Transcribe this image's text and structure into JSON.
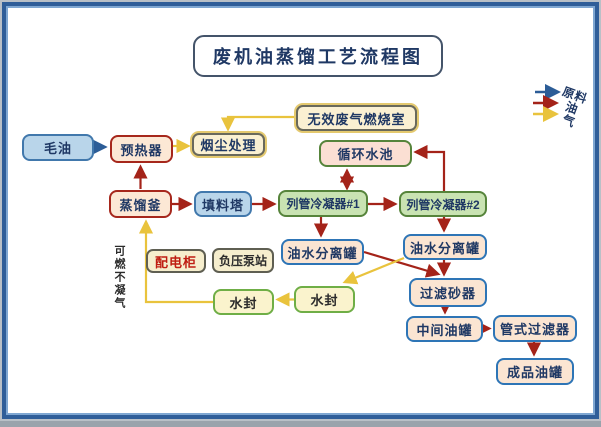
{
  "window": {
    "title": "废机油蒸馏工艺流程图"
  },
  "legend": {
    "items": [
      {
        "label": "原料",
        "color": "#2c5d97"
      },
      {
        "label": "油",
        "color": "#a42319"
      },
      {
        "label": "气",
        "color": "#e9c33d"
      }
    ]
  },
  "nodes": {
    "crude_oil": {
      "label": "毛油"
    },
    "preheater": {
      "label": "预热器"
    },
    "still_kettle": {
      "label": "蒸馏釜"
    },
    "dust_treatment": {
      "label": "烟尘处理"
    },
    "waste_gas_burner": {
      "label": "无效废气燃烧室"
    },
    "circulating_pool": {
      "label": "循环水池"
    },
    "packing_tower": {
      "label": "填料塔"
    },
    "condenser_1": {
      "label": "列管冷凝器#1"
    },
    "condenser_2": {
      "label": "列管冷凝器#2"
    },
    "separator_left": {
      "label": "油水分离罐"
    },
    "separator_right": {
      "label": "油水分离罐"
    },
    "sand_filter": {
      "label": "过滤砂器"
    },
    "middle_tank": {
      "label": "中间油罐"
    },
    "tube_filter": {
      "label": "管式过滤器"
    },
    "product_tank": {
      "label": "成品油罐"
    },
    "power_cabinet": {
      "label": "配电柜"
    },
    "vacuum_pump": {
      "label": "负压泵站"
    },
    "water_seal_left": {
      "label": "水封"
    },
    "water_seal_right": {
      "label": "水封"
    }
  },
  "labels": {
    "non_condensable_gas": "可燃不凝气"
  },
  "colors": {
    "frame": "#2f5e99",
    "raw_material_arrow": "#2c5d97",
    "oil_arrow": "#a42319",
    "gas_arrow": "#e9c33d"
  }
}
